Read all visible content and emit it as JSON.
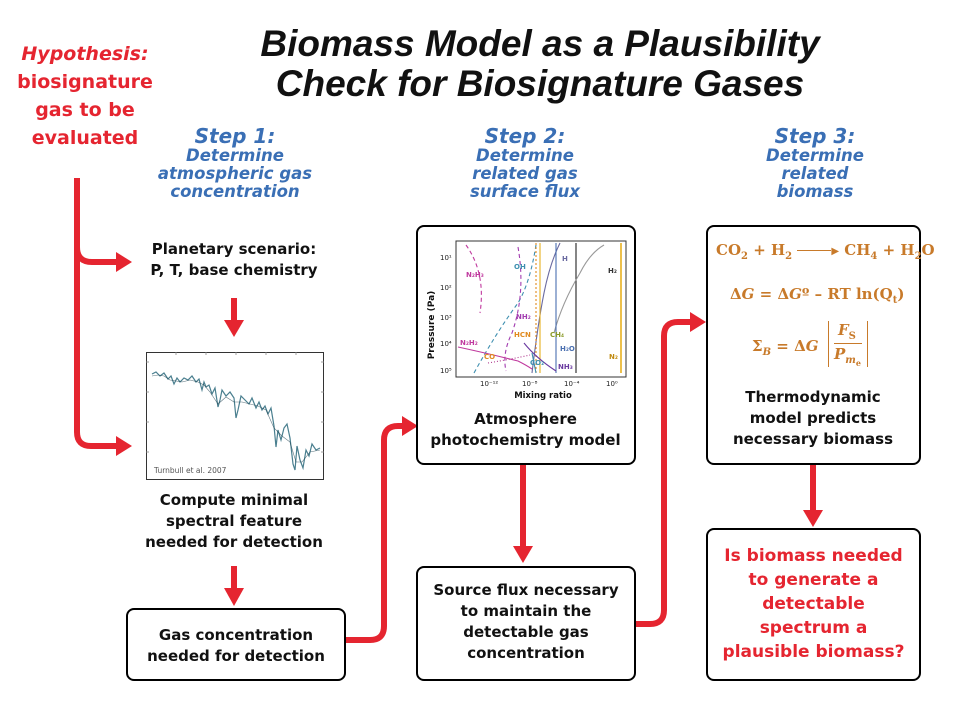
{
  "title_line1": "Biomass Model as a Plausibility",
  "title_line2": "Check for Biosignature Gases",
  "hypothesis": [
    "Hypothesis:",
    "biosignature",
    "gas to be",
    "evaluated"
  ],
  "step1": {
    "heading": "Step 1:",
    "desc": [
      "Determine",
      "atmospheric gas",
      "concentration"
    ]
  },
  "step2": {
    "heading": "Step 2:",
    "desc": [
      "Determine",
      "related gas",
      "surface flux"
    ]
  },
  "step3": {
    "heading": "Step 3:",
    "desc": [
      "Determine",
      "related",
      "biomass"
    ]
  },
  "planetary": [
    "Planetary scenario:",
    "P, T, base chemistry"
  ],
  "spectrum_credit": "Turnbull et al. 2007",
  "compute": [
    "Compute minimal",
    "spectral feature",
    "needed for detection"
  ],
  "gas_conc": [
    "Gas concentration",
    "needed for detection"
  ],
  "atm_model": [
    "Atmosphere",
    "photochemistry model"
  ],
  "atm_plot": {
    "ylabel": "Pressure (Pa)",
    "xlabel": "Mixing ratio",
    "yticks": [
      "10¹",
      "10²",
      "10³",
      "10⁴",
      "10⁵"
    ],
    "xticks": [
      "10⁻¹²",
      "10⁻⁸",
      "10⁻⁴",
      "10⁰"
    ],
    "species": [
      "OH",
      "H",
      "H₂",
      "N₂H₃",
      "NH₂",
      "HCN",
      "CH₄",
      "H₂O",
      "N₂H₂",
      "CO",
      "CO₂",
      "NH₃",
      "N₂"
    ]
  },
  "source_flux": [
    "Source flux necessary",
    "to maintain the",
    "detectable gas",
    "concentration"
  ],
  "thermo": [
    "Thermodynamic",
    "model predicts",
    "necessary biomass"
  ],
  "question": [
    "Is biomass needed",
    "to generate a",
    "detectable",
    "spectrum a",
    "plausible biomass?"
  ],
  "colors": {
    "red": "#e52530",
    "blue": "#3a6fb5",
    "eq": "#c87a2a"
  }
}
